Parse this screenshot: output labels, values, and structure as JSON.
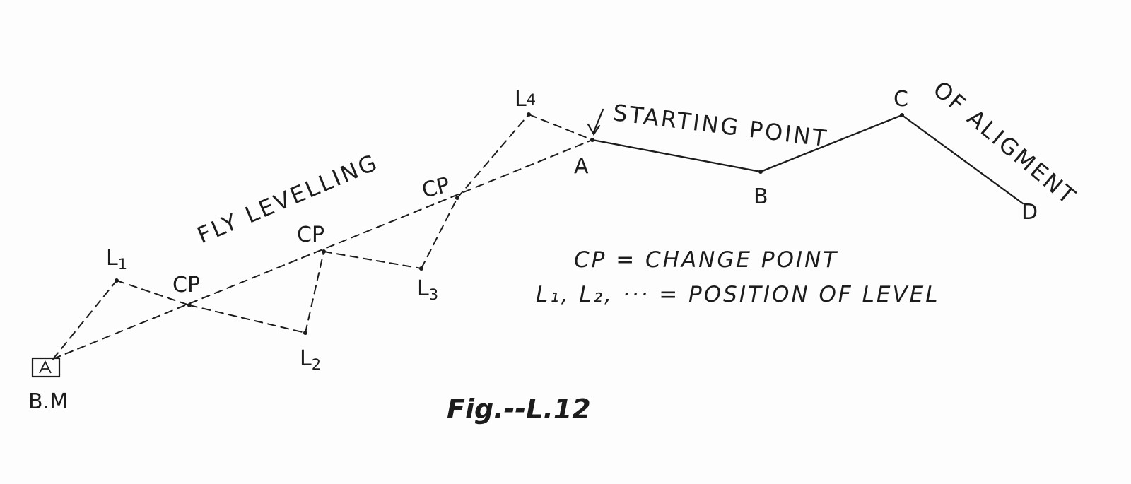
{
  "labels": {
    "l1": "L",
    "l1_sub": "1",
    "l2": "L",
    "l2_sub": "2",
    "l3": "L",
    "l3_sub": "3",
    "l4": "L",
    "l4_sub": "4",
    "cp": "CP",
    "bm": "B.M",
    "a": "A",
    "b": "B",
    "c": "C",
    "d": "D"
  },
  "annotations": {
    "fly_levelling": "FLY LEVELLING",
    "starting_point": "STARTING POINT",
    "of_aligment": "OF ALIGMENT"
  },
  "legend": {
    "cp_line": "CP = CHANGE POINT",
    "level_line": "L₁, L₂, ··· = POSITION OF LEVEL"
  },
  "figure_caption": "Fig.--L.12"
}
